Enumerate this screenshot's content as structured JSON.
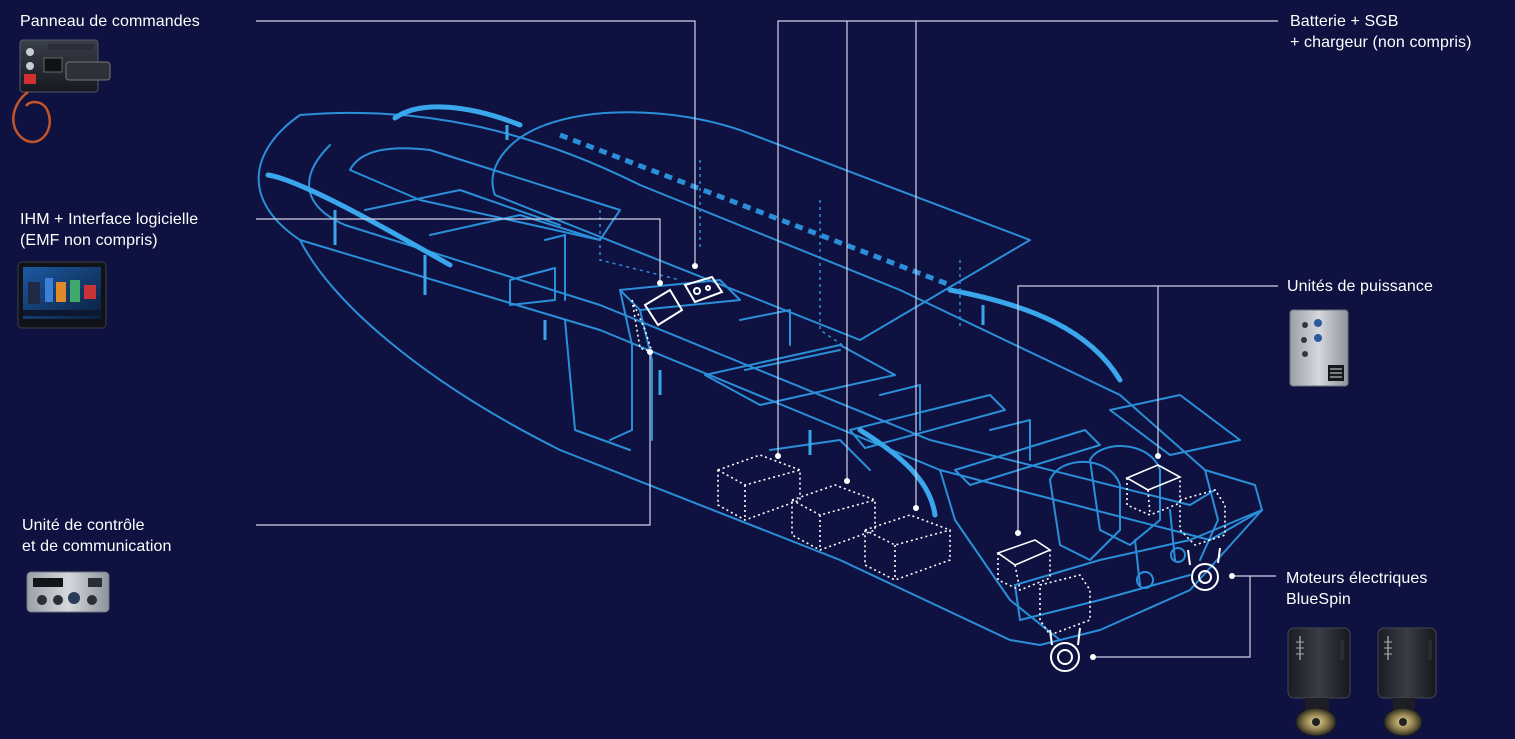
{
  "labels": {
    "control_panel": "Panneau de commandes",
    "hmi": "IHM + Interface logicielle\n(EMF non compris)",
    "control_unit": "Unité de contrôle\net de communication",
    "battery": "Batterie + SGB\n+ chargeur (non compris)",
    "power_units": "Unités de puissance",
    "motors": "Moteurs électriques\nBlueSpin"
  },
  "colors": {
    "background": "#0f1240",
    "hull_line": "#2a8fd8",
    "hull_bright": "#3aa6ec",
    "callout_line": "#cfd3e6",
    "component_outline": "#ffffff",
    "label_text": "#ffffff"
  },
  "icons": {
    "control_panel": "control-panel-device-icon",
    "hmi": "touchscreen-display-icon",
    "control_unit": "control-unit-box-icon",
    "power_units": "power-unit-cabinet-icon",
    "motors": "electric-outboard-motor-icon"
  }
}
